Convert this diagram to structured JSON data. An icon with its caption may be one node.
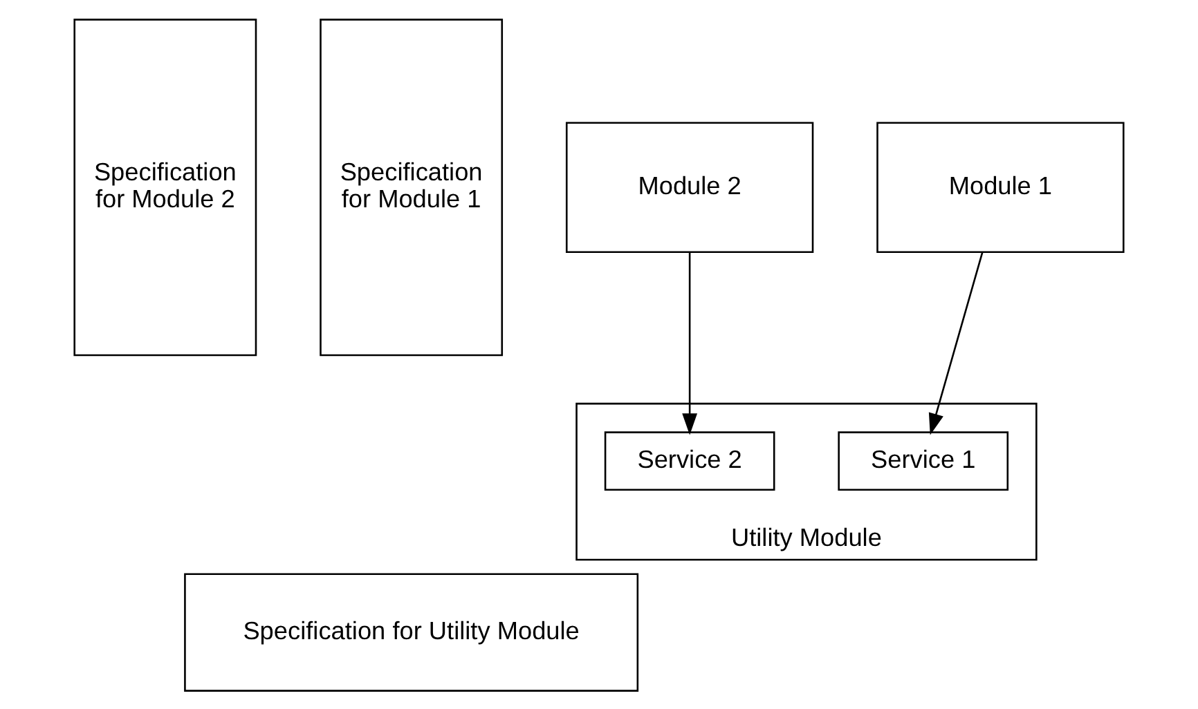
{
  "diagram": {
    "nodes": [
      {
        "text": [
          "Specification for Module 2"
        ]
      },
      {
        "text": [
          "Module 2"
        ]
      },
      {
        "text": [
          "Module 1"
        ]
      },
      {
        "text": [
          "Specification for Module 1"
        ]
      },
      {
        "text": [
          "Utility Module"
        ]
      },
      {
        "text": [
          "Service 2"
        ],
        "in": 4
      },
      {
        "text": [
          "Service 1"
        ],
        "in": 4
      },
      {
        "text": [
          "Specification for Utility Module"
        ]
      }
    ],
    "edges": [
      {
        "from": 1,
        "to": 5,
        "arrow": "to"
      },
      {
        "from": 2,
        "to": 6,
        "arrow": "to"
      }
    ]
  }
}
